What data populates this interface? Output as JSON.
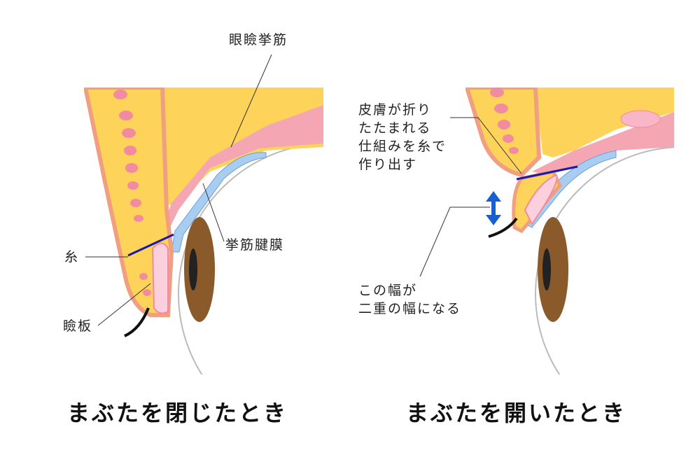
{
  "left_panel": {
    "title": "まぶたを閉じたとき",
    "labels": {
      "levator_muscle": "眼瞼挙筋",
      "levator_aponeurosis": "挙筋腱膜",
      "thread": "糸",
      "tarsal_plate": "瞼板"
    }
  },
  "right_panel": {
    "title": "まぶたを開いたとき",
    "note_fold": [
      "皮膚が折り",
      "たたまれる",
      "仕組みを糸で",
      "作り出す"
    ],
    "note_width": [
      "この幅が",
      "二重の幅になる"
    ]
  },
  "colors": {
    "fat": "#fdd35a",
    "muscle": "#f4a7b3",
    "skin": "#f0a080",
    "thread": "#1a1aa8",
    "arrow": "#1a5fd0",
    "iris": "#8a5a2a"
  }
}
